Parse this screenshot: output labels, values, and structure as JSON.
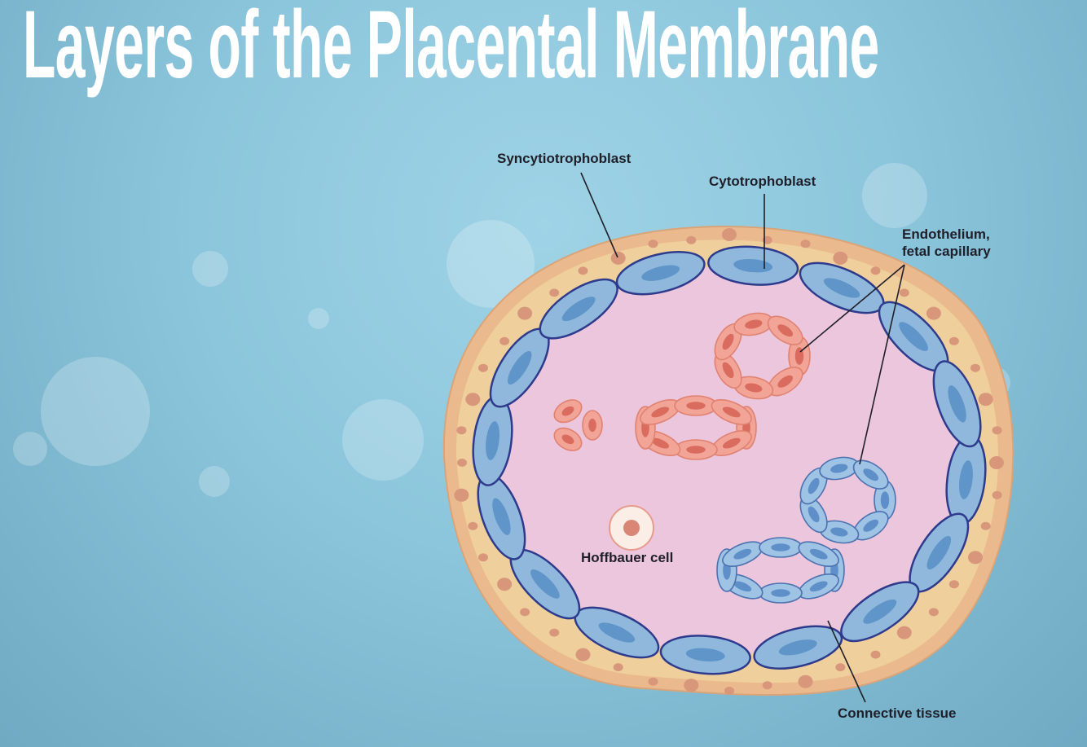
{
  "title": "Layers of the Placental Membrane",
  "labels": {
    "syncytiotrophoblast": "Syncytiotrophoblast",
    "cytotrophoblast": "Cytotrophoblast",
    "endothelium_line1": "Endothelium,",
    "endothelium_line2": "fetal capillary",
    "hoffbauer": "Hoffbauer cell",
    "connective": "Connective tissue"
  },
  "colors": {
    "outer_layer": "#eab98e",
    "outer_nucleus": "#d8977a",
    "cytotroph_cell": "#8fb8dc",
    "cytotroph_nucleus": "#5f95c8",
    "cell_border": "#2e3b8c",
    "connective_tissue": "#ecc6dc",
    "red_capillary": "#f2a496",
    "blue_capillary": "#9ec3e4"
  }
}
